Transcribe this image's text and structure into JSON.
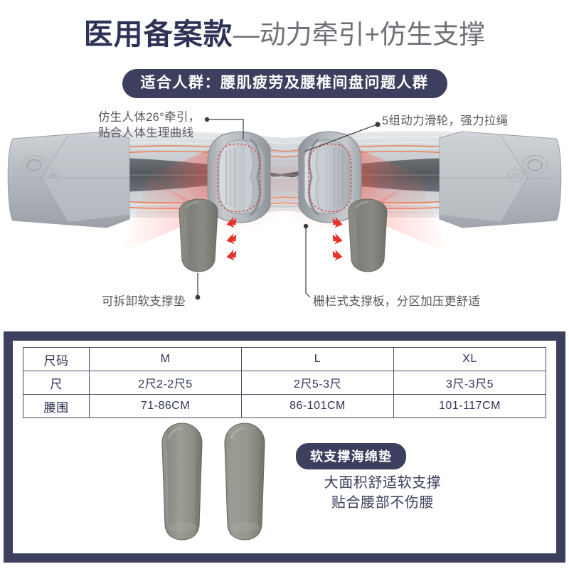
{
  "header": {
    "title_strong": "医用备案款",
    "title_light": "—动力牵引+仿生支撑",
    "audience_pill": "适合人群：腰肌疲劳及腰椎间盘问题人群"
  },
  "product": {
    "annotations": [
      {
        "name": "traction-angle",
        "line1": "仿生人体26°牵引，",
        "line2": "贴合人体生理曲线"
      },
      {
        "name": "pulley-system",
        "line1": "5组动力滑轮，强力拉绳",
        "line2": ""
      },
      {
        "name": "removable-pad",
        "line1": "可拆卸软支撑垫",
        "line2": ""
      },
      {
        "name": "support-board",
        "line1": "栅栏式支撑板，分区加压更舒适",
        "line2": ""
      }
    ]
  },
  "size_table": {
    "rows": [
      {
        "label": "尺码",
        "values": [
          "M",
          "L",
          "XL"
        ]
      },
      {
        "label": "尺",
        "values": [
          "2尺2-2尺5",
          "2尺5-3尺",
          "3尺-3尺5"
        ]
      },
      {
        "label": "腰围",
        "values": [
          "71-86CM",
          "86-101CM",
          "101-117CM"
        ]
      }
    ]
  },
  "pad_section": {
    "badge": "软支撑海绵垫",
    "caption_line1": "大面积舒适软支撑",
    "caption_line2": "贴合腰部不伤腰"
  },
  "colors": {
    "navy": "#3d3f5e",
    "navy_dark": "#2e3356",
    "title_gray": "#6f7077",
    "anno_gray": "#58585c",
    "accent_red": "#e8312a",
    "belt_gray": "#b9bdc2"
  }
}
